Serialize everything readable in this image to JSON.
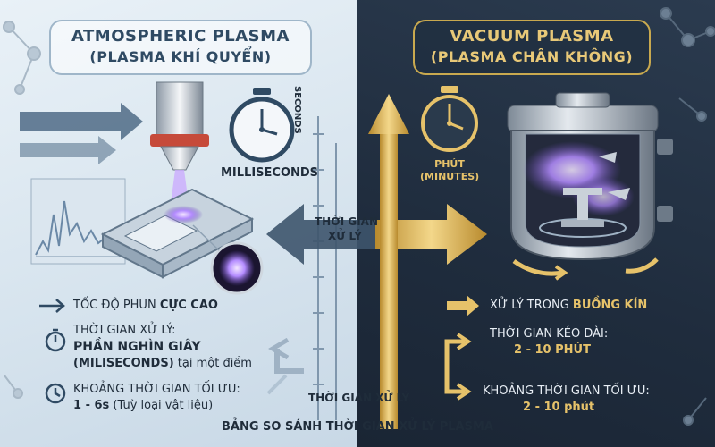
{
  "left": {
    "title_line1": "ATMOSPHERIC PLASMA",
    "title_line2": "(PLASMA KHÍ QUYỂN)",
    "timer_label": "MILLISECONDS",
    "axis_label": "SECONDS",
    "speed_text_prefix": "TỐC ĐỘ PHUN ",
    "speed_text_bold": "CỰC CAO",
    "time_label": "THỜI GIAN XỬ LÝ:",
    "time_value_bold": "PHẦN NGHÌN GIÂY",
    "time_value_rest_bold": "(MILISECONDS)",
    "time_value_rest": " tại một điểm",
    "optimal_label": "KHOẢNG THỜI GIAN TỐI ƯU:",
    "optimal_value_bold": "1 - 6s",
    "optimal_value_rest": " (Tuỳ loại vật liệu)"
  },
  "right": {
    "title_line1": "VACUUM PLASMA",
    "title_line2": "(PLASMA CHÂN KHÔNG)",
    "timer_label_1": "PHÚT",
    "timer_label_2": "(MINUTES)",
    "chamber_text_prefix": "XỬ LÝ TRONG ",
    "chamber_text_bold": "BUỒNG KÍN",
    "duration_label": "THỜI GIAN KÉO DÀI:",
    "duration_value": "2 - 10 PHÚT",
    "optimal_label": "KHOẢNG THỜI GIAN TỐI ƯU:",
    "optimal_value": "2 - 10 phút"
  },
  "center": {
    "process_time_line1": "THỜI GIAN",
    "process_time_line2": "XỬ LÝ",
    "bottom_axis_label": "THỜI GIAN XỬ LÝ"
  },
  "footer": {
    "caption": "BẢNG SO SÁNH THỜI GIAN XỬ LÝ PLASMA"
  },
  "colors": {
    "gold": "#e6c26a",
    "slate": "#2f4a63",
    "plasma": "#b48cff"
  }
}
